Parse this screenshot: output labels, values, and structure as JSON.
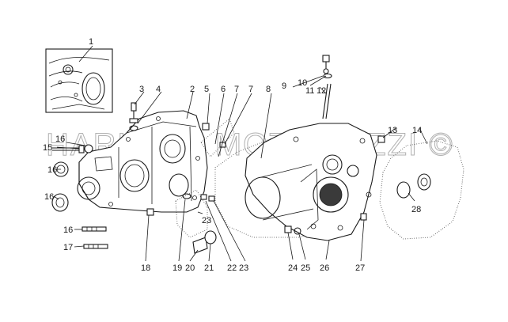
{
  "watermark": "HARLEYS MOTOGUZZI ©",
  "callouts": [
    "1",
    "2",
    "3",
    "4",
    "5",
    "6",
    "7",
    "7",
    "8",
    "9",
    "10",
    "11",
    "12",
    "13",
    "14",
    "15",
    "16",
    "16",
    "16",
    "16",
    "17",
    "18",
    "19",
    "20",
    "21",
    "22",
    "23",
    "23",
    "24",
    "25",
    "26",
    "27",
    "28"
  ]
}
